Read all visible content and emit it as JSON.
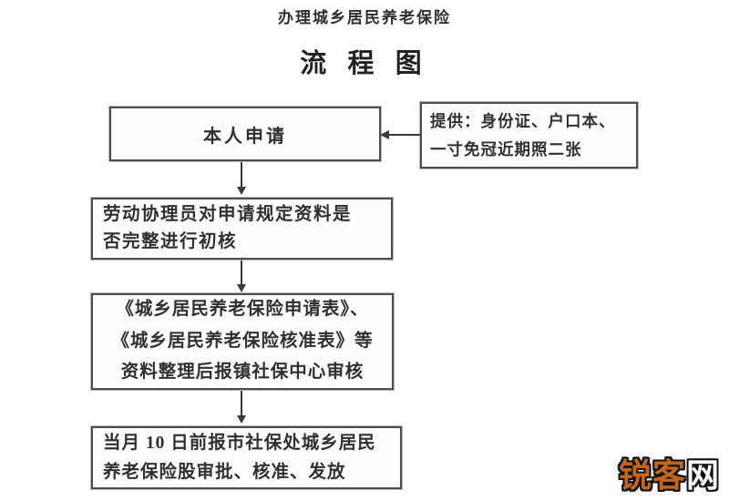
{
  "header": {
    "title": "办理城乡居民养老保险",
    "subtitle": "流 程 图"
  },
  "flowchart": {
    "steps": [
      {
        "name": "personal-application",
        "lines": [
          "本人申请"
        ]
      },
      {
        "name": "initial-check",
        "lines": [
          "劳动协理员对申请规定资料是",
          "否完整进行初核"
        ]
      },
      {
        "name": "town-center-review",
        "lines": [
          "《城乡居民养老保险申请表》、",
          "《城乡居民养老保险核准表》等",
          "资料整理后报镇社保中心审核"
        ]
      },
      {
        "name": "city-approval-distribution",
        "lines": [
          "当月 10 日前报市社保处城乡居民",
          "养老保险股审批、核准、发放"
        ]
      }
    ],
    "note": {
      "lines": [
        "提供：身份证、户口本、",
        "一寸免冠近期照二张"
      ]
    }
  },
  "watermark": {
    "part1": "锐客",
    "part2": "网",
    "part1_color": "#c2661d",
    "part2_color": "#ffffff",
    "outline_color": "#111111"
  },
  "colors": {
    "box_border": "#4d4d4d",
    "arrow": "#3a3a3a",
    "text": "#2b2b2b",
    "background": "#ffffff"
  }
}
